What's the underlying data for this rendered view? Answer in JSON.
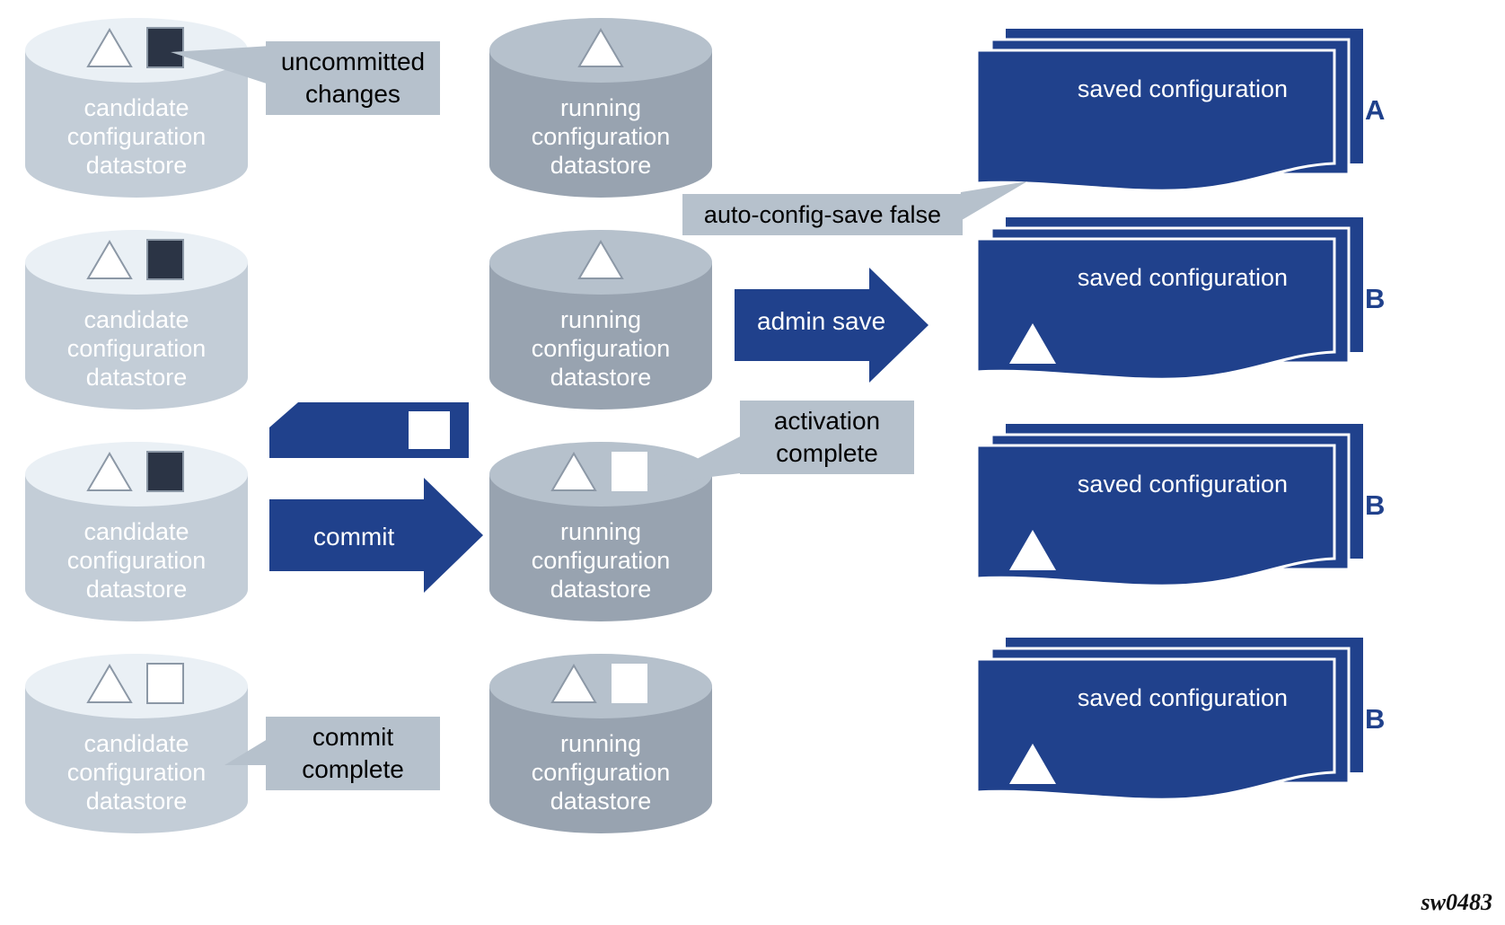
{
  "diagram": {
    "id_label": "sw0483",
    "colors": {
      "blue": "#20418c",
      "blue_dark": "#1c3a7d",
      "candidate_body": "#c3cdd7",
      "candidate_top": "#eaf0f5",
      "running_body": "#98a3b0",
      "running_top": "#b6c1cc",
      "callout_bg": "#b6c1cc",
      "dark_square": "#2b3445",
      "white": "#ffffff"
    }
  },
  "rows": [
    {
      "key": "row-a",
      "candidate": {
        "label": "candidate\nconfiguration\ndatastore",
        "markers": [
          "triangle-outline",
          "square-dark"
        ]
      },
      "running": {
        "label": "running\nconfiguration\ndatastore",
        "markers": [
          "triangle-white"
        ]
      },
      "saved": {
        "label": "saved configuration",
        "markers": [],
        "letter": "A"
      },
      "arrow": null
    },
    {
      "key": "row-b",
      "candidate": {
        "label": "candidate\nconfiguration\ndatastore",
        "markers": [
          "triangle-outline",
          "square-dark"
        ]
      },
      "running": {
        "label": "running\nconfiguration\ndatastore",
        "markers": [
          "triangle-white"
        ]
      },
      "saved": {
        "label": "saved configuration",
        "markers": [
          "triangle-white"
        ],
        "letter": "B"
      },
      "arrow": {
        "label": "admin save"
      }
    },
    {
      "key": "row-c",
      "candidate": {
        "label": "candidate\nconfiguration\ndatastore",
        "markers": [
          "triangle-outline",
          "square-dark"
        ]
      },
      "running": {
        "label": "running\nconfiguration\ndatastore",
        "markers": [
          "triangle-white",
          "square-white"
        ]
      },
      "saved": {
        "label": "saved configuration",
        "markers": [
          "triangle-white"
        ],
        "letter": "B"
      },
      "arrow": {
        "label": "commit"
      }
    },
    {
      "key": "row-d",
      "candidate": {
        "label": "candidate\nconfiguration\ndatastore",
        "markers": [
          "triangle-outline",
          "square-outline"
        ]
      },
      "running": {
        "label": "running\nconfiguration\ndatastore",
        "markers": [
          "triangle-white",
          "square-white"
        ]
      },
      "saved": {
        "label": "saved configuration",
        "markers": [
          "triangle-white"
        ],
        "letter": "B"
      },
      "arrow": null
    }
  ],
  "callouts": {
    "uncommitted": "uncommitted\nchanges",
    "auto_config_save": "auto-config-save false",
    "activation": "activation\ncomplete",
    "commit_complete": "commit\ncomplete"
  }
}
